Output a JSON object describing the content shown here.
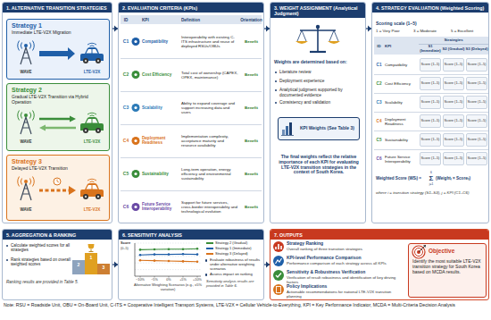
{
  "diagram": {
    "nodes": [
      {
        "text": [
          "1. ALTERNATIVE TRANSITION STRATEGIES"
        ]
      },
      {
        "text": [
          "Strategy 1",
          "Immediate LTE-V2X Migration",
          "WAVE",
          "LTE-V2X"
        ],
        "in": 0
      },
      {
        "text": [
          "Strategy 2",
          "Gradual LTE-V2X Transition via Hybrid Operation",
          "WAVE",
          "LTE-V2X"
        ],
        "in": 0
      },
      {
        "text": [
          "Strategy 3",
          "Delayed LTE-V2X Transition",
          "WAVE",
          "LTE-V2X"
        ],
        "in": 0
      },
      {
        "text": [
          "2. EVALUATION CRITERIA (KPIs)"
        ]
      },
      {
        "text": [
          "3. WEIGHT ASSIGNMENT (Analytical Judgment)"
        ]
      },
      {
        "text": [
          "KPI Weights (See Table 3)"
        ],
        "in": 5
      },
      {
        "text": [
          "4. STRATEGY EVALUATION (Weighted Scoring)"
        ]
      },
      {
        "text": [
          "5. AGGREGATION & RANKING"
        ]
      },
      {
        "text": [
          "6. SENSITIVITY ANALYSIS"
        ]
      },
      {
        "text": [
          "7. OUTPUTS"
        ]
      },
      {
        "text": [
          "Objective",
          "Identify the most suitable LTE-V2X transition strategy for South Korea based on MCDA results."
        ],
        "in": 10
      }
    ],
    "edges": [
      {
        "from": 0,
        "to": 4,
        "arrow": "to"
      },
      {
        "from": 4,
        "to": 5,
        "arrow": "to"
      },
      {
        "from": 5,
        "to": 7,
        "arrow": "to"
      },
      {
        "from": 8,
        "to": 9,
        "arrow": "to"
      },
      {
        "from": 9,
        "to": 10,
        "arrow": "to"
      }
    ],
    "labels": [
      "ID",
      "KPI",
      "Definition",
      "Orientation",
      "C1",
      "Compatibility",
      "Interoperability with existing C-ITS infrastructure and reuse of deployed RSUs/OBUs",
      "Benefit",
      "C2",
      "Cost Efficiency",
      "Total cost of ownership (CAPEX, OPEX, maintenance)",
      "Benefit",
      "C3",
      "Scalability",
      "Ability to expand coverage and support increasing data and users",
      "Benefit",
      "C4",
      "Deployment Readiness",
      "Implementation complexity, acceptance maturity and resource availability",
      "Benefit",
      "C5",
      "Sustainability",
      "Long-term operation, energy efficiency and environmental sustainability",
      "Benefit",
      "C6",
      "Future Service Interoperability",
      "Support for future services, cross-border interoperability and technological evolution",
      "Benefit",
      "Weights are determined based on:",
      "Literature review",
      "Deployment experience",
      "Analytical judgment supported by documented evidence",
      "Consistency and validation",
      "The final weights reflect the relative importance of each KPI for evaluating LTE-V2X transition strategies in the context of South Korea.",
      "Scoring scale (1–5)",
      "1 = Very Poor",
      "3 = Moderate",
      "5 = Excellent",
      "ID",
      "KPI",
      "Strategies",
      "S1 (Immediate)",
      "S2 (Gradual)",
      "S3 (Delayed)",
      "C1",
      "Compatibility",
      "Score (1–5)",
      "Score (1–5)",
      "Score (1–5)",
      "C2",
      "Cost Efficiency",
      "Score (1–5)",
      "Score (1–5)",
      "Score (1–5)",
      "C3",
      "Scalability",
      "Score (1–5)",
      "Score (1–5)",
      "Score (1–5)",
      "C4",
      "Deployment Readiness",
      "Score (1–5)",
      "Score (1–5)",
      "Score (1–5)",
      "C5",
      "Sustainability",
      "Score (1–5)",
      "Score (1–5)",
      "Score (1–5)",
      "C6",
      "Future Service Interoperability",
      "Score (1–5)",
      "Score (1–5)",
      "Score (1–5)",
      "Weighted Score (WSᵢ) =",
      "6",
      "Σ",
      "j=1",
      "(Weightⱼ × Scoreᵢⱼ)",
      "where i = transition strategy (S1–S3), j = KPI (C1–C6)",
      "Calculate weighted scores for all strategies",
      "Rank strategies based on overall weighted scores",
      "1",
      "2",
      "3",
      "Ranking results are provided in Table 5.",
      "Score",
      "(0–5)",
      "−10%",
      "−5%",
      "0%",
      "+5%",
      "+10%",
      "Alternative Weighting Scenarios (e.g., ±5% variation)",
      "Evaluate robustness of results under alternative weighting scenarios",
      "Assess impact on ranking",
      "Sensitivity analysis results are provided in Table 6.",
      "Strategy Ranking",
      "Overall ranking of three transition strategies",
      "KPI-level Performance Comparison",
      "Performance comparison of each strategy across all KPIs",
      "Sensitivity & Robustness Verification",
      "Verification of result robustness and identification of key driving factors",
      "Policy Implications",
      "Actionable recommendations for national LTE-V2X transition planning",
      "Note: RSU = Roadside Unit, OBU = On-Board Unit, C-ITS = Cooperative Intelligent Transport Systems, LTE-V2X = Cellular Vehicle-to-Everything, KPI = Key Performance Indicator, MCDA = Multi-Criteria Decision Analysis"
    ],
    "legend": [
      {
        "text": "Strategy 2 (Gradual)",
        "color": "#3a8d3a"
      },
      {
        "text": "Strategy 1 (Immediate)",
        "color": "#1f5fa8"
      },
      {
        "text": "Strategy 3 (Delayed)",
        "color": "#d9731c"
      }
    ]
  }
}
